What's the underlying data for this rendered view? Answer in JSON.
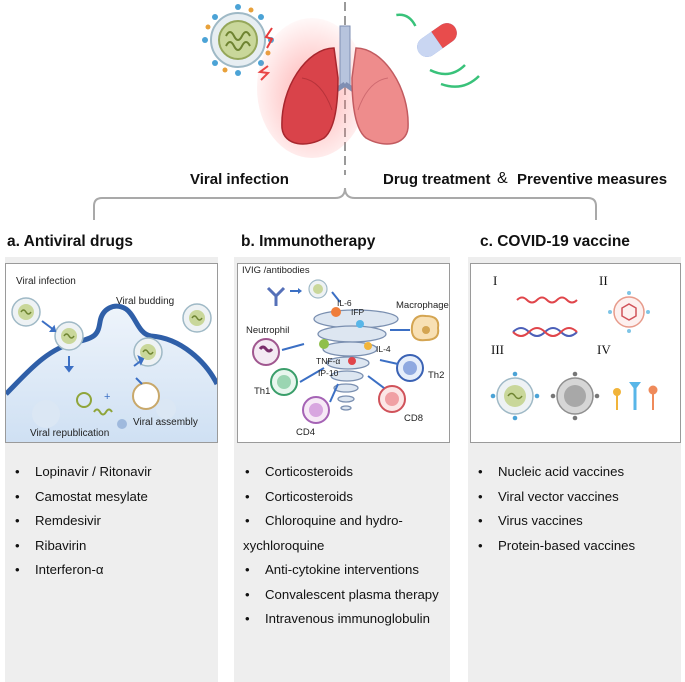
{
  "top": {
    "viral_infection": "Viral infection",
    "drug_treatment": "Drug treatment",
    "ampersand": "&",
    "preventive_measures": "Preventive measures"
  },
  "sections": [
    {
      "title": "a. Antiviral drugs",
      "labels": {
        "viral_infection": "Viral infection",
        "viral_budding": "Viral budding",
        "viral_republication": "Viral republication",
        "viral_assembly": "Viral assembly"
      },
      "items": [
        "Lopinavir / Ritonavir",
        "Camostat mesylate",
        "Remdesivir",
        "Ribavirin",
        "Interferon-α"
      ]
    },
    {
      "title": "b. Immunotherapy",
      "labels": {
        "ivig": "IVIG /antibodies",
        "il6": "IL-6",
        "ifp": "IFP",
        "macrophage": "Macrophage",
        "neutrophil": "Neutrophil",
        "tnf": "TNF-α",
        "il4": "IL-4",
        "ip10": "IP-10",
        "th1": "Th1",
        "th2": "Th2",
        "cd4": "CD4",
        "cd8": "CD8"
      },
      "items": [
        "Corticosteroids",
        "Corticosteroids",
        "Chloroquine and hydro-",
        "xychloroquine",
        "Anti-cytokine interventions",
        "Convalescent plasma therapy",
        "Intravenous immunoglobulin"
      ]
    },
    {
      "title": "c. COVID-19 vaccine",
      "labels": {
        "i": "I",
        "ii": "II",
        "iii": "III",
        "iv": "IV"
      },
      "items": [
        "Nucleic acid vaccines",
        "Viral vector vaccines",
        "Virus vaccines",
        "Protein-based vaccines"
      ]
    }
  ],
  "colors": {
    "panel_bg": "#eeeeee",
    "lung_red": "#d9434a",
    "lung_pink": "#ee8c8c",
    "membrane_blue": "#2f5fa8",
    "rna_red": "#e0454a",
    "dna_blue": "#4b5fb8"
  }
}
